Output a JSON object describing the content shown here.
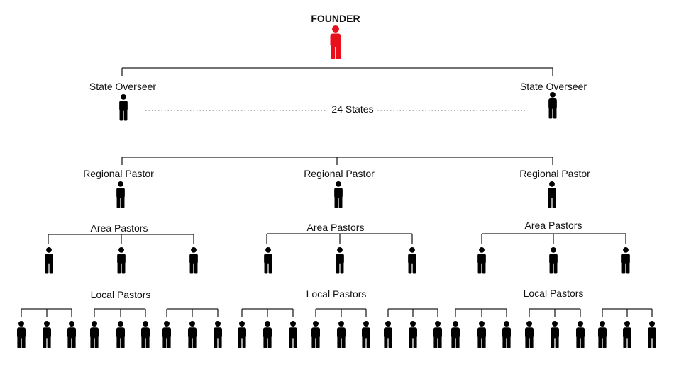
{
  "founder": {
    "label": "FOUNDER",
    "color": "#e8101a"
  },
  "state_level": {
    "label": "State Overseer",
    "connector_text": "24 States"
  },
  "regional_level": {
    "label": "Regional Pastor"
  },
  "area_level": {
    "label": "Area Pastors"
  },
  "local_level": {
    "label": "Local Pastors"
  },
  "colors": {
    "person": "#000000",
    "line": "#222222",
    "dots": "#999999"
  },
  "icons": {
    "person": "person-icon"
  }
}
